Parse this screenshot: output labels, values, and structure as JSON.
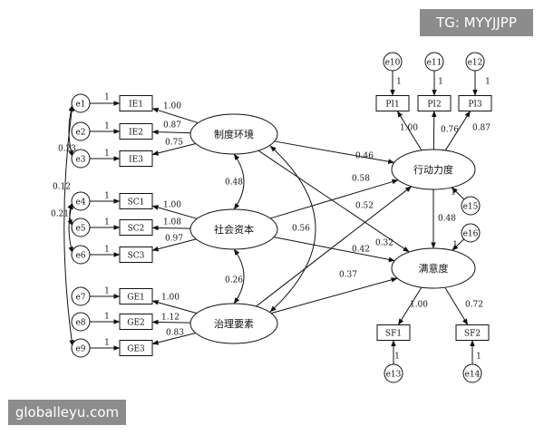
{
  "watermarks": {
    "top_right": "TG: MYYJJPP",
    "bottom_left": "globalleyu.com"
  },
  "latent": [
    {
      "id": "zhidu",
      "label": "制度环境"
    },
    {
      "id": "shehui",
      "label": "社会资本"
    },
    {
      "id": "zhili",
      "label": "治理要素"
    },
    {
      "id": "xingdong",
      "label": "行动力度"
    },
    {
      "id": "manyi",
      "label": "满意度"
    }
  ],
  "observed": [
    {
      "id": "IE1",
      "label": "IE1"
    },
    {
      "id": "IE2",
      "label": "IE2"
    },
    {
      "id": "IE3",
      "label": "IE3"
    },
    {
      "id": "SC1",
      "label": "SC1"
    },
    {
      "id": "SC2",
      "label": "SC2"
    },
    {
      "id": "SC3",
      "label": "SC3"
    },
    {
      "id": "GE1",
      "label": "GE1"
    },
    {
      "id": "GE2",
      "label": "GE2"
    },
    {
      "id": "GE3",
      "label": "GE3"
    },
    {
      "id": "PI1",
      "label": "PI1"
    },
    {
      "id": "PI2",
      "label": "PI2"
    },
    {
      "id": "PI3",
      "label": "PI3"
    },
    {
      "id": "SF1",
      "label": "SF1"
    },
    {
      "id": "SF2",
      "label": "SF2"
    }
  ],
  "errors": [
    {
      "id": "e1",
      "label": "e1"
    },
    {
      "id": "e2",
      "label": "e2"
    },
    {
      "id": "e3",
      "label": "e3"
    },
    {
      "id": "e4",
      "label": "e4"
    },
    {
      "id": "e5",
      "label": "e5"
    },
    {
      "id": "e6",
      "label": "e6"
    },
    {
      "id": "e7",
      "label": "e7"
    },
    {
      "id": "e8",
      "label": "e8"
    },
    {
      "id": "e9",
      "label": "e9"
    },
    {
      "id": "e10",
      "label": "e10"
    },
    {
      "id": "e11",
      "label": "e11"
    },
    {
      "id": "e12",
      "label": "e12"
    },
    {
      "id": "e13",
      "label": "e13"
    },
    {
      "id": "e14",
      "label": "e14"
    },
    {
      "id": "e15",
      "label": "e15"
    },
    {
      "id": "e16",
      "label": "e16"
    }
  ],
  "loadings": [
    {
      "latent": "zhidu",
      "indicator": "IE1",
      "value": "1.00"
    },
    {
      "latent": "zhidu",
      "indicator": "IE2",
      "value": "0.87"
    },
    {
      "latent": "zhidu",
      "indicator": "IE3",
      "value": "0.75"
    },
    {
      "latent": "shehui",
      "indicator": "SC1",
      "value": "1.00"
    },
    {
      "latent": "shehui",
      "indicator": "SC2",
      "value": "1.08"
    },
    {
      "latent": "shehui",
      "indicator": "SC3",
      "value": "0.97"
    },
    {
      "latent": "zhili",
      "indicator": "GE1",
      "value": "1.00"
    },
    {
      "latent": "zhili",
      "indicator": "GE2",
      "value": "1.12"
    },
    {
      "latent": "zhili",
      "indicator": "GE3",
      "value": "0.83"
    },
    {
      "latent": "xingdong",
      "indicator": "PI1",
      "value": "1.00"
    },
    {
      "latent": "xingdong",
      "indicator": "PI2",
      "value": "0.76"
    },
    {
      "latent": "xingdong",
      "indicator": "PI3",
      "value": "0.87"
    },
    {
      "latent": "manyi",
      "indicator": "SF1",
      "value": "1.00"
    },
    {
      "latent": "manyi",
      "indicator": "SF2",
      "value": "0.72"
    }
  ],
  "error_paths": [
    {
      "error": "e1",
      "target": "IE1",
      "value": "1"
    },
    {
      "error": "e2",
      "target": "IE2",
      "value": "1"
    },
    {
      "error": "e3",
      "target": "IE3",
      "value": "1"
    },
    {
      "error": "e4",
      "target": "SC1",
      "value": "1"
    },
    {
      "error": "e5",
      "target": "SC2",
      "value": "1"
    },
    {
      "error": "e6",
      "target": "SC3",
      "value": "1"
    },
    {
      "error": "e7",
      "target": "GE1",
      "value": "1"
    },
    {
      "error": "e8",
      "target": "GE2",
      "value": "1"
    },
    {
      "error": "e9",
      "target": "GE3",
      "value": "1"
    },
    {
      "error": "e10",
      "target": "PI1",
      "value": "1"
    },
    {
      "error": "e11",
      "target": "PI2",
      "value": "1"
    },
    {
      "error": "e12",
      "target": "PI3",
      "value": "1"
    },
    {
      "error": "e13",
      "target": "SF1",
      "value": "1"
    },
    {
      "error": "e14",
      "target": "SF2",
      "value": "1"
    },
    {
      "error": "e15",
      "target": "xingdong",
      "value": "1"
    },
    {
      "error": "e16",
      "target": "manyi",
      "value": "1"
    }
  ],
  "structural_paths": [
    {
      "from": "zhidu",
      "to": "xingdong",
      "value": "0.46"
    },
    {
      "from": "zhidu",
      "to": "manyi",
      "value": "0.32"
    },
    {
      "from": "shehui",
      "to": "xingdong",
      "value": "0.58"
    },
    {
      "from": "shehui",
      "to": "manyi",
      "value": "0.42"
    },
    {
      "from": "zhili",
      "to": "xingdong",
      "value": "0.52"
    },
    {
      "from": "zhili",
      "to": "manyi",
      "value": "0.37"
    },
    {
      "from": "xingdong",
      "to": "manyi",
      "value": "0.48"
    }
  ],
  "latent_covariances": [
    {
      "a": "zhidu",
      "b": "shehui",
      "value": "0.48"
    },
    {
      "a": "shehui",
      "b": "zhili",
      "value": "0.26"
    },
    {
      "a": "zhidu",
      "b": "zhili",
      "value": "0.56"
    }
  ],
  "error_covariances": [
    {
      "a": "e1",
      "b": "e3",
      "value": "0.23"
    },
    {
      "a": "e1",
      "b": "e9",
      "value": ""
    },
    {
      "a": "e4",
      "b": "e6",
      "value": "0.12"
    },
    {
      "a": "e4",
      "b": "e5",
      "value": "0.21"
    }
  ]
}
